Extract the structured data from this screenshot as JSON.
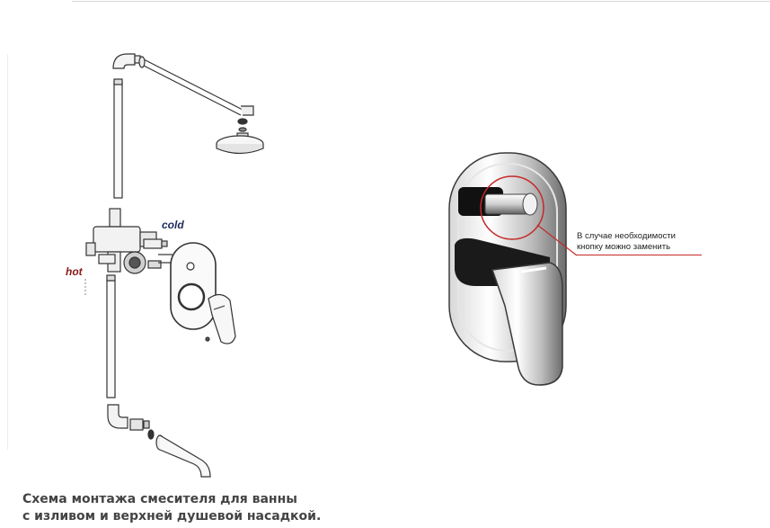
{
  "labels": {
    "hot": "hot",
    "cold": "cold"
  },
  "note": {
    "line1": "В случае необходимости",
    "line2": "кнопку можно заменить"
  },
  "caption": {
    "line1": "Схема монтажа смесителя для ванны",
    "line2": "с изливом и верхней душевой насадкой."
  },
  "colors": {
    "hot": "#8b1a1a",
    "cold": "#1f2b5c",
    "highlight": "#c62828"
  }
}
